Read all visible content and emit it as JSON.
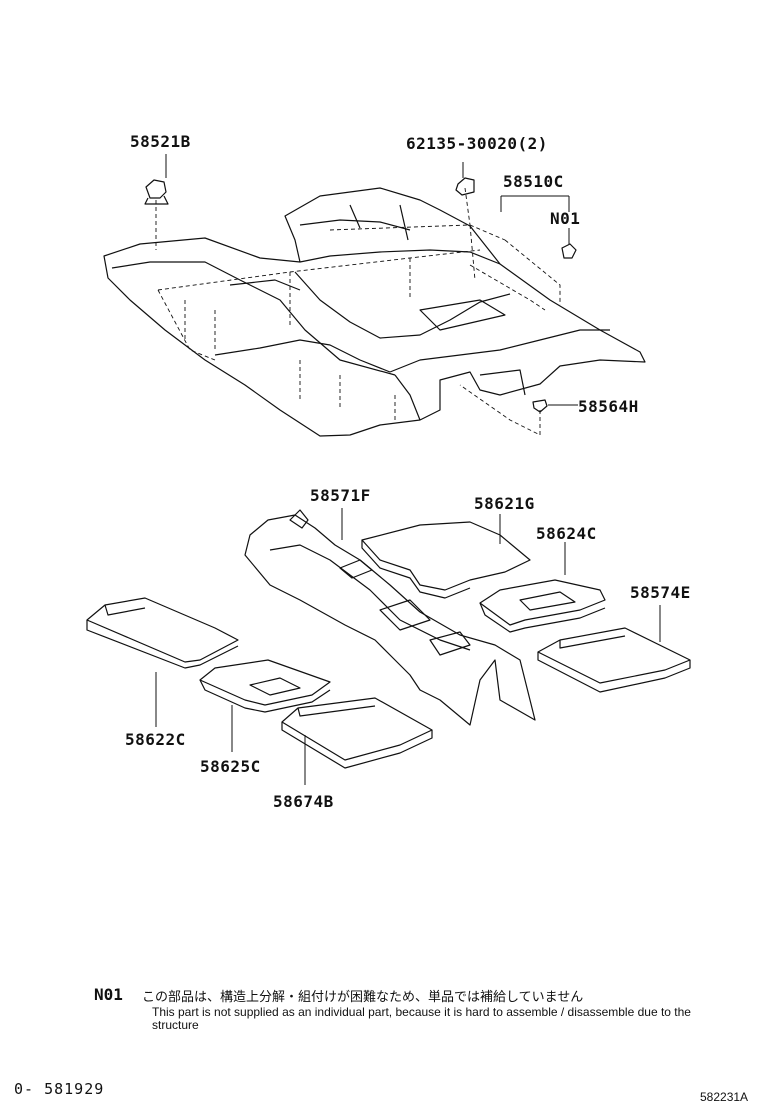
{
  "parts": {
    "p58521B": "58521B",
    "p62135": "62135-30020(2)",
    "p58510C": "58510C",
    "pN01": "N01",
    "p58564H": "58564H",
    "p58571F": "58571F",
    "p58621G": "58621G",
    "p58624C": "58624C",
    "p58574E": "58574E",
    "p58622C": "58622C",
    "p58625C": "58625C",
    "p58674B": "58674B"
  },
  "note": {
    "code": "N01",
    "japanese": "この部品は、構造上分解・組付けが困難なため、単品では補給していません",
    "english": "This part is not supplied as an individual part, because it is hard to assemble / disassemble due to the structure"
  },
  "footer": {
    "left": "0- 581929",
    "right": "582231A"
  }
}
